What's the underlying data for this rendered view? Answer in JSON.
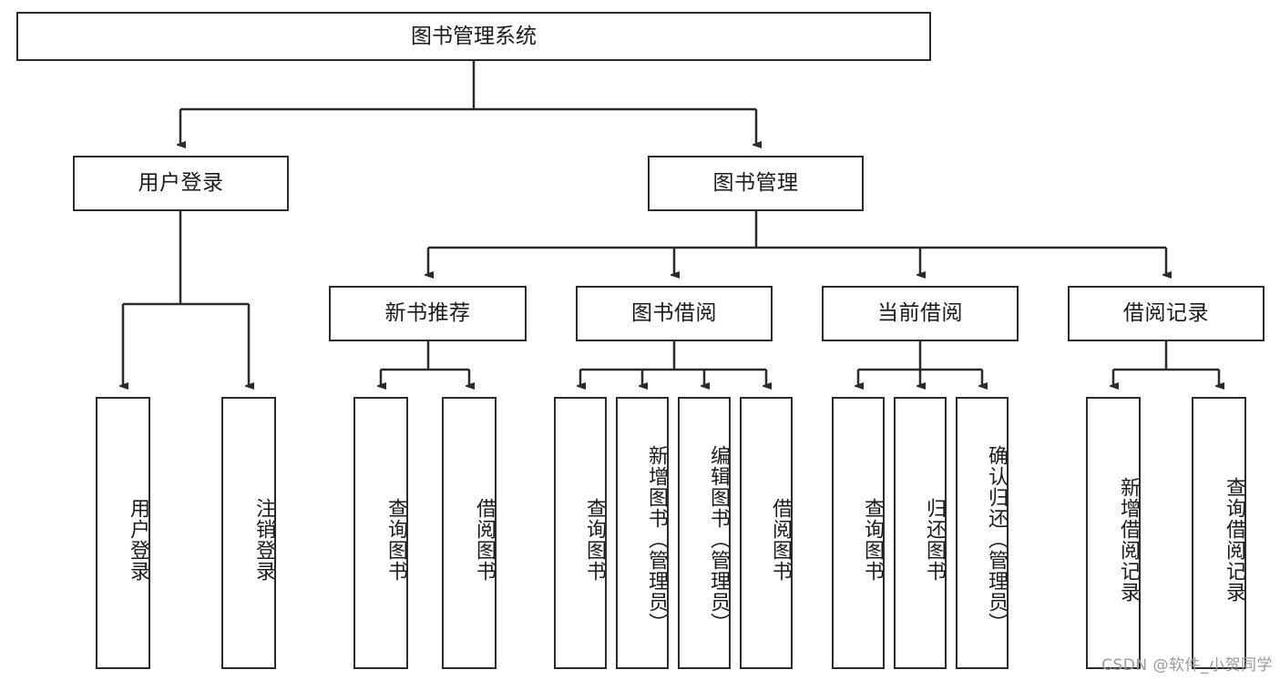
{
  "diagram": {
    "title": "图书管理系统",
    "type": "tree",
    "watermark": "CSDN @软件_小贺同学",
    "colors": {
      "stroke": "#2b2b2b",
      "fill": "#ffffff",
      "text": "#1a1a1a",
      "watermark": "#9a9a9a"
    },
    "levels": {
      "root": {
        "label": "图书管理系统"
      },
      "level2": [
        {
          "label": "用户登录"
        },
        {
          "label": "图书管理"
        }
      ],
      "level3": [
        {
          "label": "新书推荐"
        },
        {
          "label": "图书借阅"
        },
        {
          "label": "当前借阅"
        },
        {
          "label": "借阅记录"
        }
      ],
      "leaves": [
        {
          "label": "用户登录",
          "parent": "用户登录"
        },
        {
          "label": "注销登录",
          "parent": "用户登录"
        },
        {
          "label": "查询图书",
          "parent": "新书推荐"
        },
        {
          "label": "借阅图书",
          "parent": "新书推荐"
        },
        {
          "label": "查询图书",
          "parent": "图书借阅"
        },
        {
          "label": "新增图书（管理员）",
          "parent": "图书借阅"
        },
        {
          "label": "编辑图书（管理员）",
          "parent": "图书借阅"
        },
        {
          "label": "借阅图书",
          "parent": "图书借阅"
        },
        {
          "label": "查询图书",
          "parent": "当前借阅"
        },
        {
          "label": "归还图书",
          "parent": "当前借阅"
        },
        {
          "label": "确认归还（管理员）",
          "parent": "当前借阅"
        },
        {
          "label": "新增借阅记录",
          "parent": "借阅记录"
        },
        {
          "label": "查询借阅记录",
          "parent": "借阅记录"
        }
      ]
    }
  }
}
